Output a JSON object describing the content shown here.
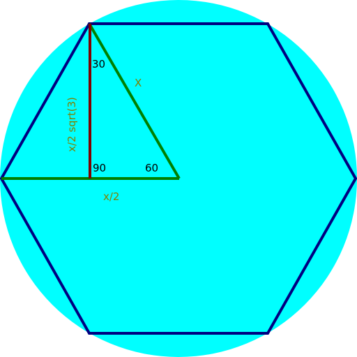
{
  "colors": {
    "circle_fill": "#00ffff",
    "hexagon_stroke": "#000080",
    "triangle_stroke": "#008000",
    "height_line": "#800000",
    "angle_label": "#000000",
    "side_label": "#808000"
  },
  "labels": {
    "angle_top": "30",
    "angle_right_angle": "90",
    "angle_right": "60",
    "hypotenuse": "X",
    "height": "x/2 sqrt(3)",
    "base": "x/2"
  }
}
